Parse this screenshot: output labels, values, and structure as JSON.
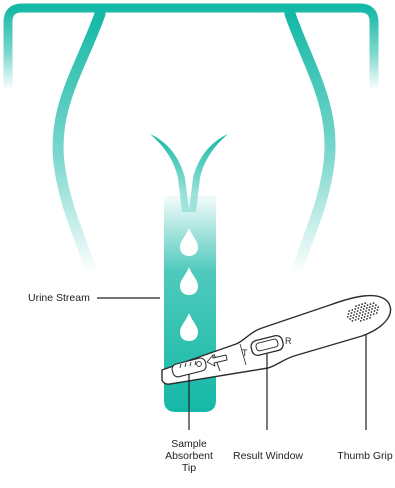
{
  "labels": {
    "urine_stream": "Urine Stream",
    "sample_absorbent_tip": [
      "Sample",
      "Absorbent",
      "Tip"
    ],
    "result_window": "Result Window",
    "thumb_grip": "Thumb Grip"
  },
  "window_markers": {
    "test": "T",
    "reference": "R"
  },
  "colors": {
    "teal": "#14b8a6",
    "outline": "#2d2d2d",
    "stick_fill": "#ffffff",
    "leader_line": "#222222"
  },
  "icons": {
    "droplet": "water-drop",
    "arrow": "left-arrow",
    "grip": "dot-grid"
  }
}
